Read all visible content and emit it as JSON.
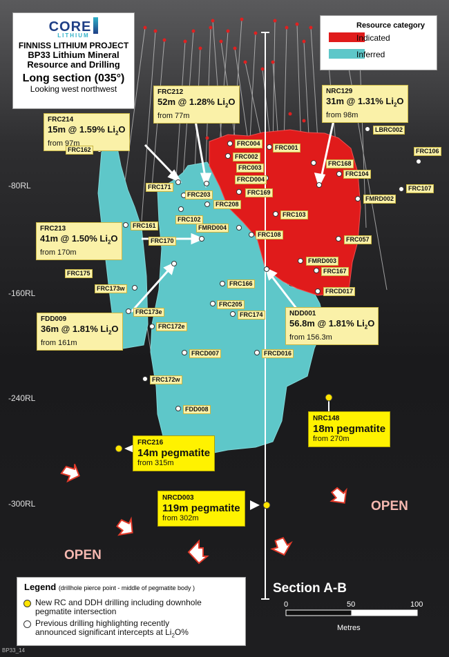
{
  "title_box": {
    "logo_main": "CORE",
    "logo_sub": "LITHIUM",
    "project": "FINNISS LITHIUM PROJECT",
    "subtitle1": "BP33 Lithium Mineral",
    "subtitle2": "Resource and Drilling",
    "section_title": "Long section (035°)",
    "view": "Looking west northwest"
  },
  "resource_category": {
    "title": "Resource category",
    "items": [
      {
        "label": "Indicated",
        "color": "#e01b1b"
      },
      {
        "label": "Inferred",
        "color": "#5ec7c9"
      }
    ]
  },
  "rl_labels": [
    "-80RL",
    "-160RL",
    "-240RL",
    "-300RL"
  ],
  "callouts": [
    {
      "name": "FRC212",
      "main": "52m @ 1.28% Li",
      "from": "from 77m"
    },
    {
      "name": "NRC129",
      "main": "31m @ 1.31% Li",
      "from": "from 98m"
    },
    {
      "name": "FRC214",
      "main": "15m @ 1.59% Li",
      "from": "from 97m"
    },
    {
      "name": "FRC213",
      "main": "41m @ 1.50% Li",
      "from": "from 170m"
    },
    {
      "name": "FDD009",
      "main": "36m @ 1.81% Li",
      "from": "from 161m"
    },
    {
      "name": "NDD001",
      "main": "56.8m @ 1.81% Li",
      "from": "from 156.3m"
    }
  ],
  "li_subscript": "2",
  "li_suffix": "O",
  "pegmatite_callouts": [
    {
      "name": "FRC216",
      "main": "14m pegmatite",
      "from": "from 315m"
    },
    {
      "name": "NRC148",
      "main": "18m pegmatite",
      "from": "from 270m"
    },
    {
      "name": "NRCD003",
      "main": "119m pegmatite",
      "from": "from 302m"
    }
  ],
  "hole_labels": [
    "FRC004",
    "FRC001",
    "FRC002",
    "FRC003",
    "FRCD004",
    "FRC168",
    "FRC104",
    "LBRC002",
    "FRC106",
    "FRC162",
    "FRC171",
    "FRC203",
    "FRC169",
    "FRC107",
    "FMRD002",
    "FRC208",
    "FRC103",
    "FRC102",
    "FRC161",
    "FMRD004",
    "FRC170",
    "FRC108",
    "FRC057",
    "FRC175",
    "FMRD003",
    "FRC167",
    "FRC173w",
    "FRC166",
    "FRCD017",
    "FRC205",
    "FRC173e",
    "FRC174",
    "FRC172e",
    "FRCD007",
    "FRCD016",
    "FRC172w",
    "FDD008"
  ],
  "open_labels": [
    "OPEN",
    "OPEN"
  ],
  "section_label": "Section A-B",
  "legend": {
    "title": "Legend",
    "subtitle": "(drillhole pierce point - middle of pegmatite body )",
    "item1_line1": "New RC and DDH drilling including downhole",
    "item1_line2": "pegmatite intersection",
    "item2_line1": "Previous drilling highlighting recently",
    "item2_line2": "announced significant intercepts at Li",
    "item2_suffix": "O%"
  },
  "scale": {
    "ticks": [
      "0",
      "50",
      "100"
    ],
    "unit": "Metres"
  },
  "figure_code": "BP33_14"
}
